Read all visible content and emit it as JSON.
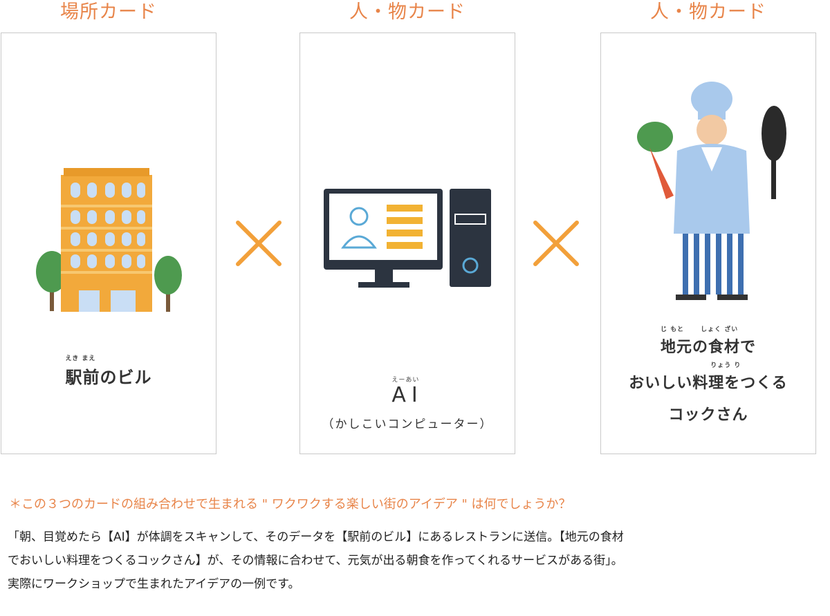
{
  "cards": [
    {
      "heading": "場所カード",
      "ruby": "えき まえ",
      "lines": [
        "駅前のビル"
      ]
    },
    {
      "heading": "人・物カード",
      "ruby": "えーあい",
      "lines": [
        "AI",
        "（かしこいコンピューター）"
      ]
    },
    {
      "heading": "人・物カード",
      "ruby_line1": "じ もと　　 しょく ざい",
      "ruby_line2": "りょう り",
      "lines": [
        "地元の食材で",
        "おいしい料理をつくる",
        "コックさん"
      ]
    }
  ],
  "question": "＊この３つのカードの組み合わせで生まれる \" ワクワクする楽しい街のアイデア \" は何でしょうか？",
  "description": [
    "「朝、目覚めたら【AI】が体調をスキャンして、そのデータを【駅前のビル】にあるレストランに送信。【地元の食材",
    "でおいしい料理をつくるコックさん】が、その情報に合わせて、元気が出る朝食を作ってくれるサービスがある街」。",
    "実際にワークショップで生まれたアイデアの一例です。"
  ],
  "colors": {
    "accent": "#e8854a",
    "building": "#f2a93b",
    "tree": "#4e9a4f",
    "monitor": "#2c3440",
    "chef_coat": "#a9c9ec"
  },
  "icons": [
    "building-illustration",
    "computer-illustration",
    "chef-illustration",
    "multiply-sign"
  ]
}
